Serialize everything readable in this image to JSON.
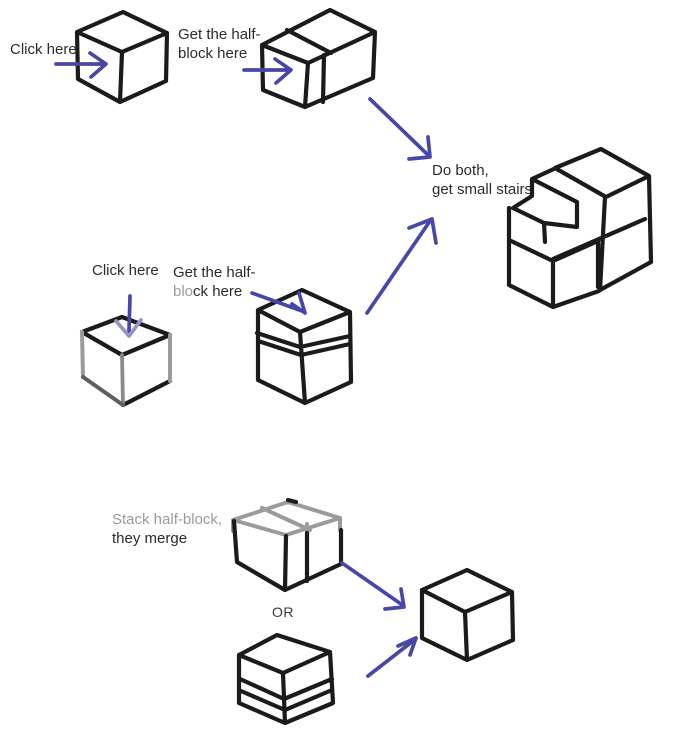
{
  "colors": {
    "background": "#ffffff",
    "ink": "#1b1b1b",
    "ink_text": "#2b2b2b",
    "faded": "#9b9b9b",
    "accent": "#4747a8",
    "accent_light": "#9494c9"
  },
  "labels": {
    "top_click": "Click here",
    "top_get": {
      "line1": "Get the half-",
      "line2": "block here"
    },
    "result": {
      "line1": "Do both,",
      "line2": "get small stairs"
    },
    "mid_click": "Click here",
    "mid_get": {
      "line1": "Get the half-",
      "line2_faded": "blo",
      "line2_rest": "ck here"
    },
    "stack": {
      "line1": "Stack half-block,",
      "line2": "they merge"
    },
    "or": "OR"
  }
}
